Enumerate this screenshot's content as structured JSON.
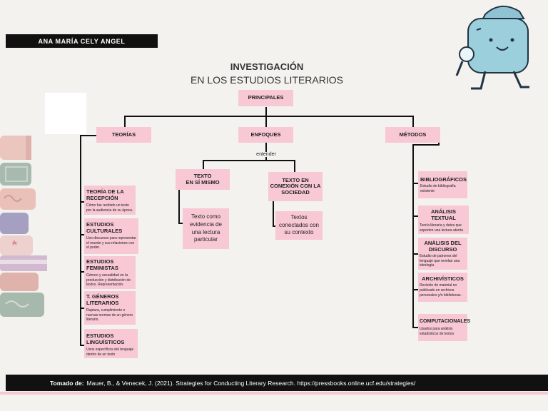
{
  "author": "ANA MARÍA CELY ANGEL",
  "title": {
    "line1": "INVESTIGACIÓN",
    "line2": "EN LOS ESTUDIOS LITERARIOS"
  },
  "root": "PRINCIPALES",
  "branches": {
    "teorias": "TEORÍAS",
    "enfoques": "ENFOQUES",
    "metodos": "MÉTODOS"
  },
  "enfoques": {
    "connector": "entender",
    "left": {
      "title_l1": "TEXTO",
      "title_l2": "EN SÍ MISMO",
      "desc": "Texto como evidencia de una lectura particular"
    },
    "right": {
      "title_l1": "TEXTO EN",
      "title_l2": "CONEXIÓN CON LA",
      "title_l3": "SOCIEDAD",
      "desc": "Textos conectados con su contexto"
    }
  },
  "teorias": [
    {
      "title": "TEORÍA DE LA RECEPCIÓN",
      "desc": "Cómo fue recibido un texto por la audiencia de su época."
    },
    {
      "title": "ESTUDIOS CULTURALES",
      "desc": "Uso discursos para representar el mundo y sus relaciones con el poder."
    },
    {
      "title": "ESTUDIOS FEMINISTAS",
      "desc": "Género y sexualidad en la producción y distribución de textos. Representación."
    },
    {
      "title": "T. GÉNEROS LITERARIOS",
      "desc": "Ruptura, cumplimiento o nuevas normas de un género literario."
    },
    {
      "title": "ESTUDIOS LINGUÍSTICOS",
      "desc": "Usos específicos del lenguaje dentro de un texto"
    }
  ],
  "metodos": [
    {
      "title": "BIBLIOGRÁFICOS",
      "desc": "Estudio de bibliografía existente"
    },
    {
      "title": "ANÁLISIS TEXTUAL",
      "desc": "Teoría literaria y datos que soporten una lectura atenta"
    },
    {
      "title": "ANÁLISIS DEL DISCURSO",
      "desc": "Estudio de patrones del lenguaje que revelan una ideología"
    },
    {
      "title": "ARCHIVÍSTICOS",
      "desc": "Revisión de material no publicado en archivos personales y/o bibliotecas."
    },
    {
      "title": "COMPUTACIONALES",
      "desc": "Usados para análisis estadísticos de textos"
    }
  ],
  "footer": {
    "label": "Tomado de:",
    "text": "Mauer, B., & Venecek, J. (2021). Strategies for Conducting Literary Research. https://pressbooks.online.ucf.edu/strategies/"
  },
  "colors": {
    "box": "#f8c8d4",
    "line": "#111111",
    "background": "#f4f2ee",
    "mascot": "#9ccfdc"
  },
  "icons": [
    "books-stack-icon",
    "detective-mascot-icon",
    "magnifying-glass-icon"
  ]
}
